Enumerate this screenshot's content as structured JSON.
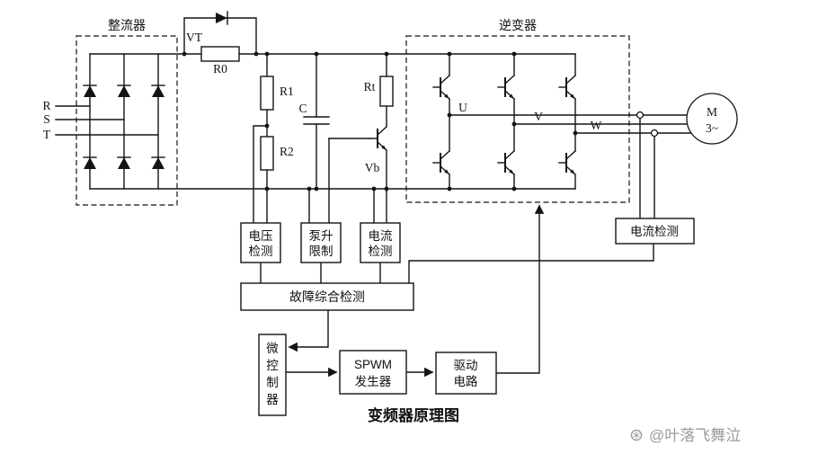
{
  "title": "变频器原理图",
  "watermark": {
    "icon": "⊛",
    "text": "@叶落飞舞泣"
  },
  "sections": {
    "rectifier": "整流器",
    "inverter": "逆变器"
  },
  "components": {
    "vt": "VT",
    "r0": "R0",
    "r1": "R1",
    "r2": "R2",
    "c": "C",
    "rt": "Rt",
    "vb": "Vb"
  },
  "phases": {
    "r": "R",
    "s": "S",
    "t": "T"
  },
  "outputs": {
    "u": "U",
    "v": "V",
    "w": "W"
  },
  "motor": {
    "line1": "M",
    "line2": "3~"
  },
  "blocks": {
    "voltage_detect": {
      "line1": "电压",
      "line2": "检测"
    },
    "pump_limit": {
      "line1": "泵升",
      "line2": "限制"
    },
    "current_detect": {
      "line1": "电流",
      "line2": "检测"
    },
    "current_detect_right": "电流检测",
    "fault_detect": "故障综合检测",
    "microcontroller": "微控制器",
    "spwm": {
      "line1": "SPWM",
      "line2": "发生器"
    },
    "driver": {
      "line1": "驱动",
      "line2": "电路"
    }
  },
  "colors": {
    "line": "#141414",
    "watermark": "#9a9a9a",
    "background": "#ffffff"
  }
}
